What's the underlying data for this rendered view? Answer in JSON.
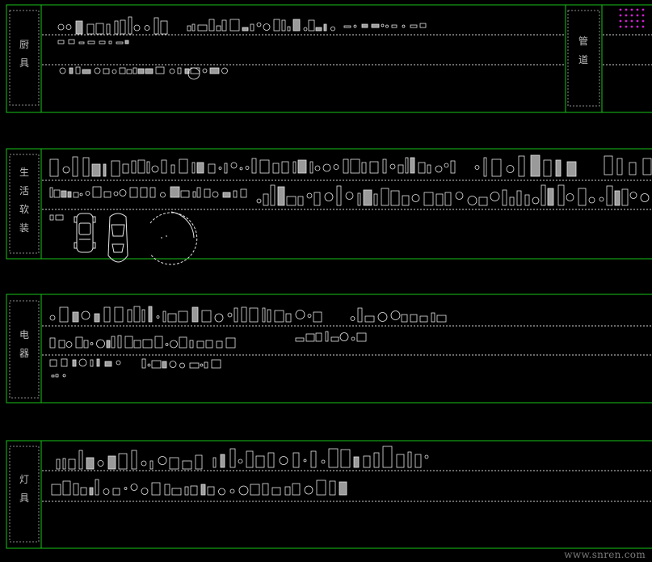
{
  "categories": [
    {
      "id": "kitchen",
      "label": "厨具"
    },
    {
      "id": "pipes",
      "label": "管道"
    },
    {
      "id": "living",
      "label": "生活软装"
    },
    {
      "id": "appliance",
      "label": "电器"
    },
    {
      "id": "lamps",
      "label": "灯具"
    }
  ],
  "colors": {
    "frame": "#19c219",
    "dash": "#8c8c8c",
    "inner_dash": "#cfcfcf",
    "symbol": "#e6e6e6",
    "symbol_dim": "#9a9a9a",
    "accent_green": "#1bbf1b",
    "accent_magenta": "#d020d0"
  },
  "watermark": "www.snren.com"
}
